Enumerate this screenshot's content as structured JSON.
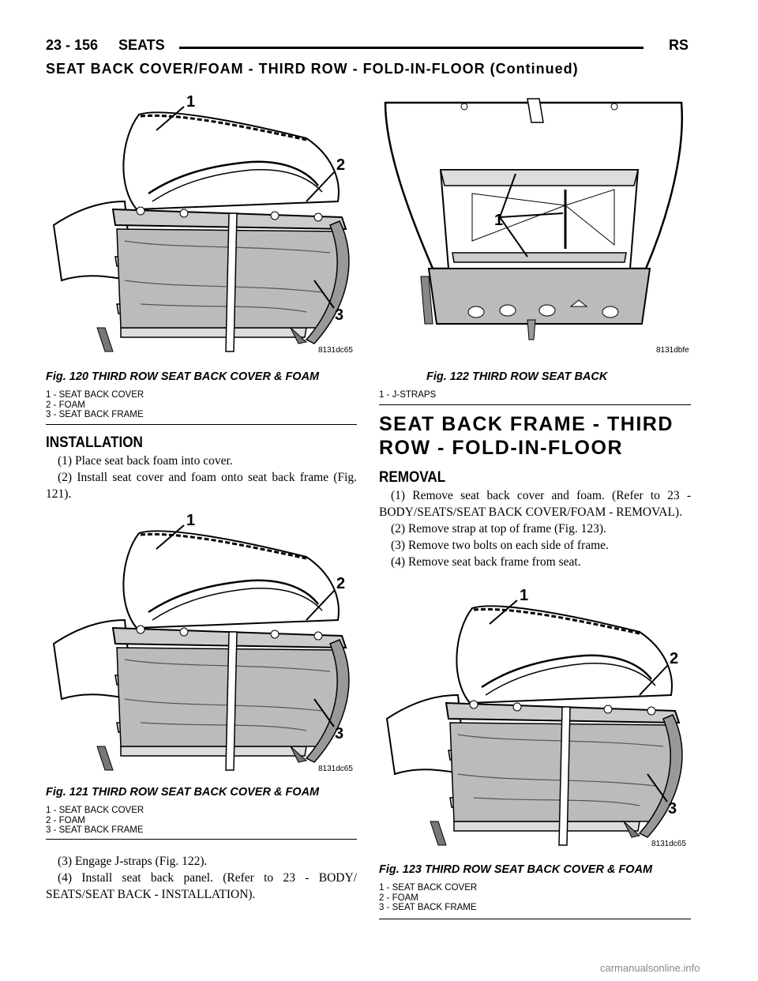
{
  "header": {
    "page_number": "23 - 156",
    "section": "SEATS",
    "code": "RS"
  },
  "subtitle": "SEAT BACK COVER/FOAM - THIRD ROW - FOLD-IN-FLOOR (Continued)",
  "fig120": {
    "caption": "Fig. 120 THIRD ROW SEAT BACK COVER & FOAM",
    "code": "8131dc65",
    "callouts": [
      "1",
      "2",
      "3"
    ],
    "legend": [
      "1 - SEAT BACK COVER",
      "2 - FOAM",
      "3 - SEAT BACK FRAME"
    ]
  },
  "installation": {
    "heading": "INSTALLATION",
    "steps": [
      "(1) Place seat back foam into cover.",
      "(2) Install seat cover and foam onto seat back frame (Fig. 121)."
    ]
  },
  "fig121": {
    "caption": "Fig. 121 THIRD ROW SEAT BACK COVER & FOAM",
    "code": "8131dc65",
    "callouts": [
      "1",
      "2",
      "3"
    ],
    "legend": [
      "1 - SEAT BACK COVER",
      "2 - FOAM",
      "3 - SEAT BACK FRAME"
    ]
  },
  "installation2": {
    "steps": [
      "(3) Engage J-straps (Fig. 122).",
      "(4) Install seat back panel. (Refer to 23 - BODY/ SEATS/SEAT BACK - INSTALLATION)."
    ]
  },
  "fig122": {
    "caption": "Fig. 122 THIRD ROW SEAT BACK",
    "code": "8131dbfe",
    "callouts": [
      "1"
    ],
    "legend": [
      "1 - J-STRAPS"
    ]
  },
  "frame_section": {
    "title_line1": "SEAT BACK FRAME - THIRD",
    "title_line2": "ROW - FOLD-IN-FLOOR",
    "heading": "REMOVAL",
    "steps": [
      "(1) Remove seat back cover and foam. (Refer to 23 - BODY/SEATS/SEAT BACK COVER/FOAM - REMOVAL).",
      "(2) Remove strap at top of frame (Fig. 123).",
      "(3) Remove two bolts on each side of frame.",
      "(4) Remove seat back frame from seat."
    ]
  },
  "fig123": {
    "caption": "Fig. 123 THIRD ROW SEAT BACK COVER & FOAM",
    "code": "8131dc65",
    "callouts": [
      "1",
      "2",
      "3"
    ],
    "legend": [
      "1 - SEAT BACK COVER",
      "2 - FOAM",
      "3 - SEAT BACK FRAME"
    ]
  },
  "watermark": "carmanualsonline.info"
}
